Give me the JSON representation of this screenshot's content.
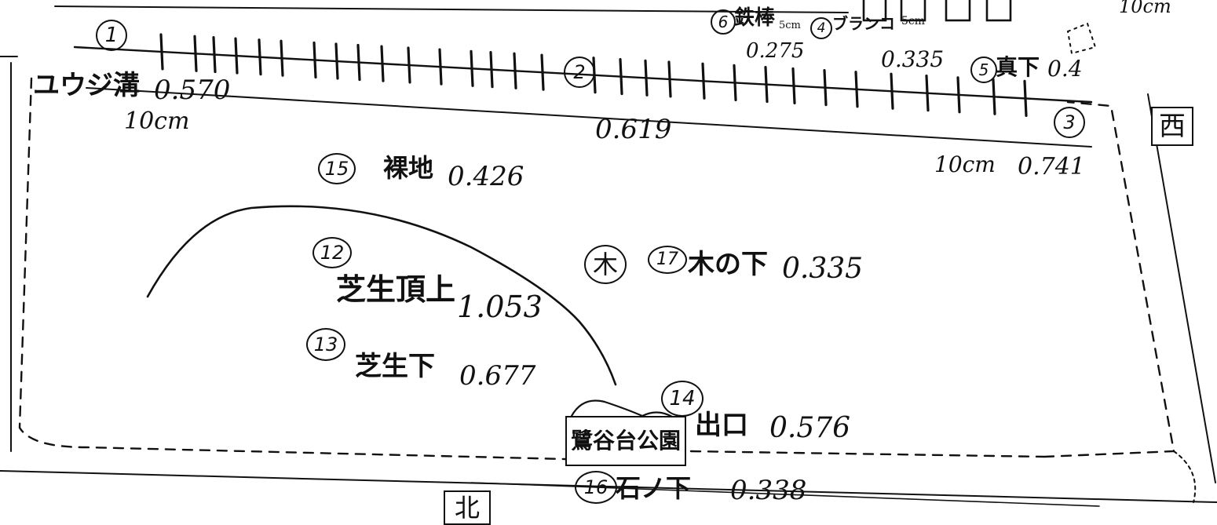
{
  "top_right_unit": "10cm",
  "points": {
    "p1": {
      "num": "1"
    },
    "p2": {
      "num": "2",
      "value": "0.619"
    },
    "p3": {
      "num": "3",
      "depth": "10cm",
      "value": "0.741"
    },
    "p4": {
      "num": "4",
      "name": "ブランコ",
      "depth": "5cm",
      "value": "0.335"
    },
    "p5": {
      "num": "5",
      "name": "真下",
      "value": "0.4"
    },
    "p6": {
      "num": "6",
      "name": "鉄棒",
      "depth": "5cm",
      "value": "0.275"
    },
    "p12": {
      "num": "12",
      "name": "芝生頂上",
      "value": "1.053"
    },
    "p13": {
      "num": "13",
      "name": "芝生下",
      "value": "0.677"
    },
    "p14": {
      "num": "14",
      "name": "出口",
      "value": "0.576"
    },
    "p15": {
      "num": "15",
      "name": "裸地",
      "value": "0.426"
    },
    "p16": {
      "num": "16",
      "name": "石ノ下",
      "value": "0.338"
    },
    "p17": {
      "num": "17",
      "name": "木の下",
      "value": "0.335"
    },
    "ditch": {
      "name": "ユウジ溝",
      "value": "0.570",
      "depth": "10cm"
    }
  },
  "tree_symbol": "木",
  "park_name": "鷺谷台公園",
  "directions": {
    "west": "西",
    "north": "北"
  }
}
